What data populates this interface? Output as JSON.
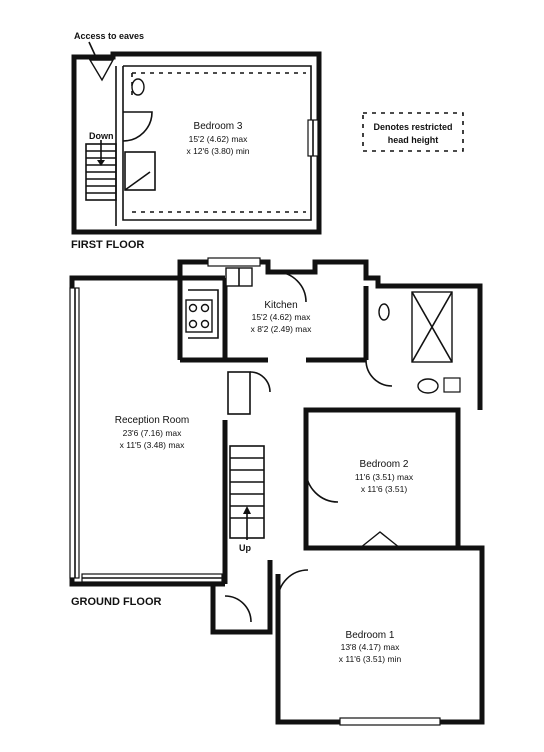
{
  "labels": {
    "access_eaves": "Access to eaves",
    "first_floor": "FIRST FLOOR",
    "ground_floor": "GROUND FLOOR",
    "down": "Down",
    "up": "Up",
    "legend_line1": "Denotes restricted",
    "legend_line2": "head height"
  },
  "rooms": {
    "bedroom3": {
      "name": "Bedroom 3",
      "dim1": "15'2 (4.62) max",
      "dim2": "x 12'6 (3.80) min"
    },
    "kitchen": {
      "name": "Kitchen",
      "dim1": "15'2 (4.62) max",
      "dim2": "x 8'2 (2.49) max"
    },
    "reception": {
      "name": "Reception Room",
      "dim1": "23'6 (7.16) max",
      "dim2": "x 11'5 (3.48) max"
    },
    "bedroom2": {
      "name": "Bedroom 2",
      "dim1": "11'6 (3.51) max",
      "dim2": "x 11'6 (3.51)"
    },
    "bedroom1": {
      "name": "Bedroom 1",
      "dim1": "13'8 (4.17) max",
      "dim2": "x 11'6 (3.51) min"
    }
  }
}
